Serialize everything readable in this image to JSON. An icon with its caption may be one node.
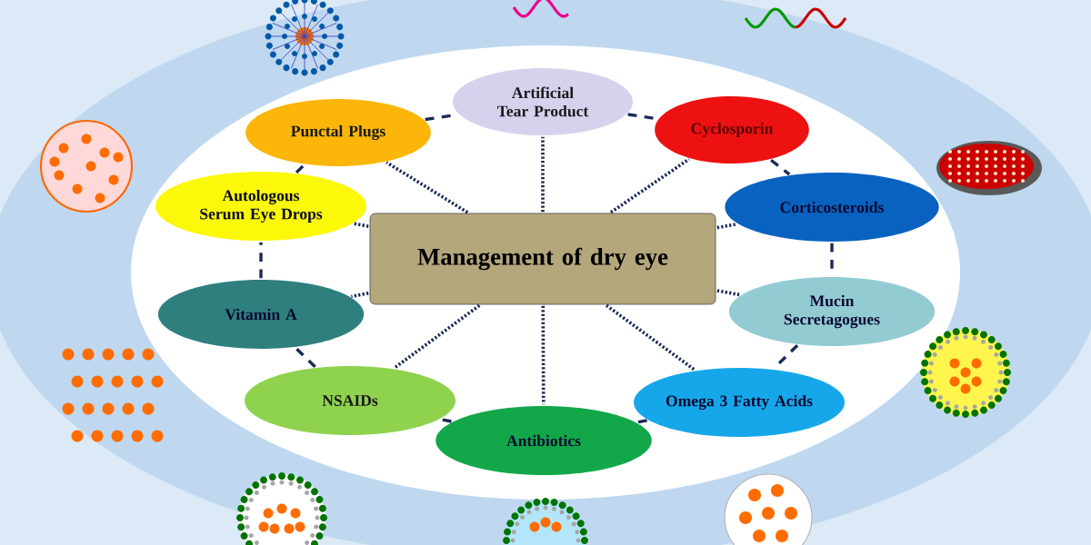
{
  "diagram": {
    "nodes": [
      {
        "text": [
          "Management of dry eye"
        ]
      },
      {
        "text": [
          "Artificial Tear Product"
        ]
      },
      {
        "text": [
          "Cyclosporin"
        ]
      },
      {
        "text": [
          "Corticosteroids"
        ]
      },
      {
        "text": [
          "Mucin Secretagogues"
        ]
      },
      {
        "text": [
          "Omega 3 Fatty Acids"
        ]
      },
      {
        "text": [
          "Antibiotics"
        ]
      },
      {
        "text": [
          "NSAIDs"
        ]
      },
      {
        "text": [
          "Vitamin A"
        ]
      },
      {
        "text": [
          "Autologous Serum Eye Drops"
        ]
      },
      {
        "text": [
          "Punctal Plugs"
        ]
      }
    ],
    "edges": [
      {
        "from": 0,
        "to": 1,
        "arrow": "none"
      },
      {
        "from": 0,
        "to": 2,
        "arrow": "none"
      },
      {
        "from": 0,
        "to": 3,
        "arrow": "none"
      },
      {
        "from": 0,
        "to": 4,
        "arrow": "none"
      },
      {
        "from": 0,
        "to": 5,
        "arrow": "none"
      },
      {
        "from": 0,
        "to": 6,
        "arrow": "none"
      },
      {
        "from": 0,
        "to": 7,
        "arrow": "none"
      },
      {
        "from": 0,
        "to": 8,
        "arrow": "none"
      },
      {
        "from": 0,
        "to": 9,
        "arrow": "none"
      },
      {
        "from": 0,
        "to": 10,
        "arrow": "none"
      },
      {
        "from": 1,
        "to": 2,
        "arrow": "none",
        "style": "dashed"
      },
      {
        "from": 2,
        "to": 3,
        "arrow": "none",
        "style": "dashed"
      },
      {
        "from": 3,
        "to": 4,
        "arrow": "none",
        "style": "dashed"
      },
      {
        "from": 4,
        "to": 5,
        "arrow": "none",
        "style": "dashed"
      },
      {
        "from": 5,
        "to": 6,
        "arrow": "none",
        "style": "dashed"
      },
      {
        "from": 6,
        "to": 7,
        "arrow": "none",
        "style": "dashed"
      },
      {
        "from": 7,
        "to": 8,
        "arrow": "none",
        "style": "dashed"
      },
      {
        "from": 8,
        "to": 9,
        "arrow": "none",
        "style": "dashed"
      },
      {
        "from": 9,
        "to": 10,
        "arrow": "none",
        "style": "dashed"
      },
      {
        "from": 10,
        "to": 1,
        "arrow": "none",
        "style": "dashed"
      }
    ]
  }
}
